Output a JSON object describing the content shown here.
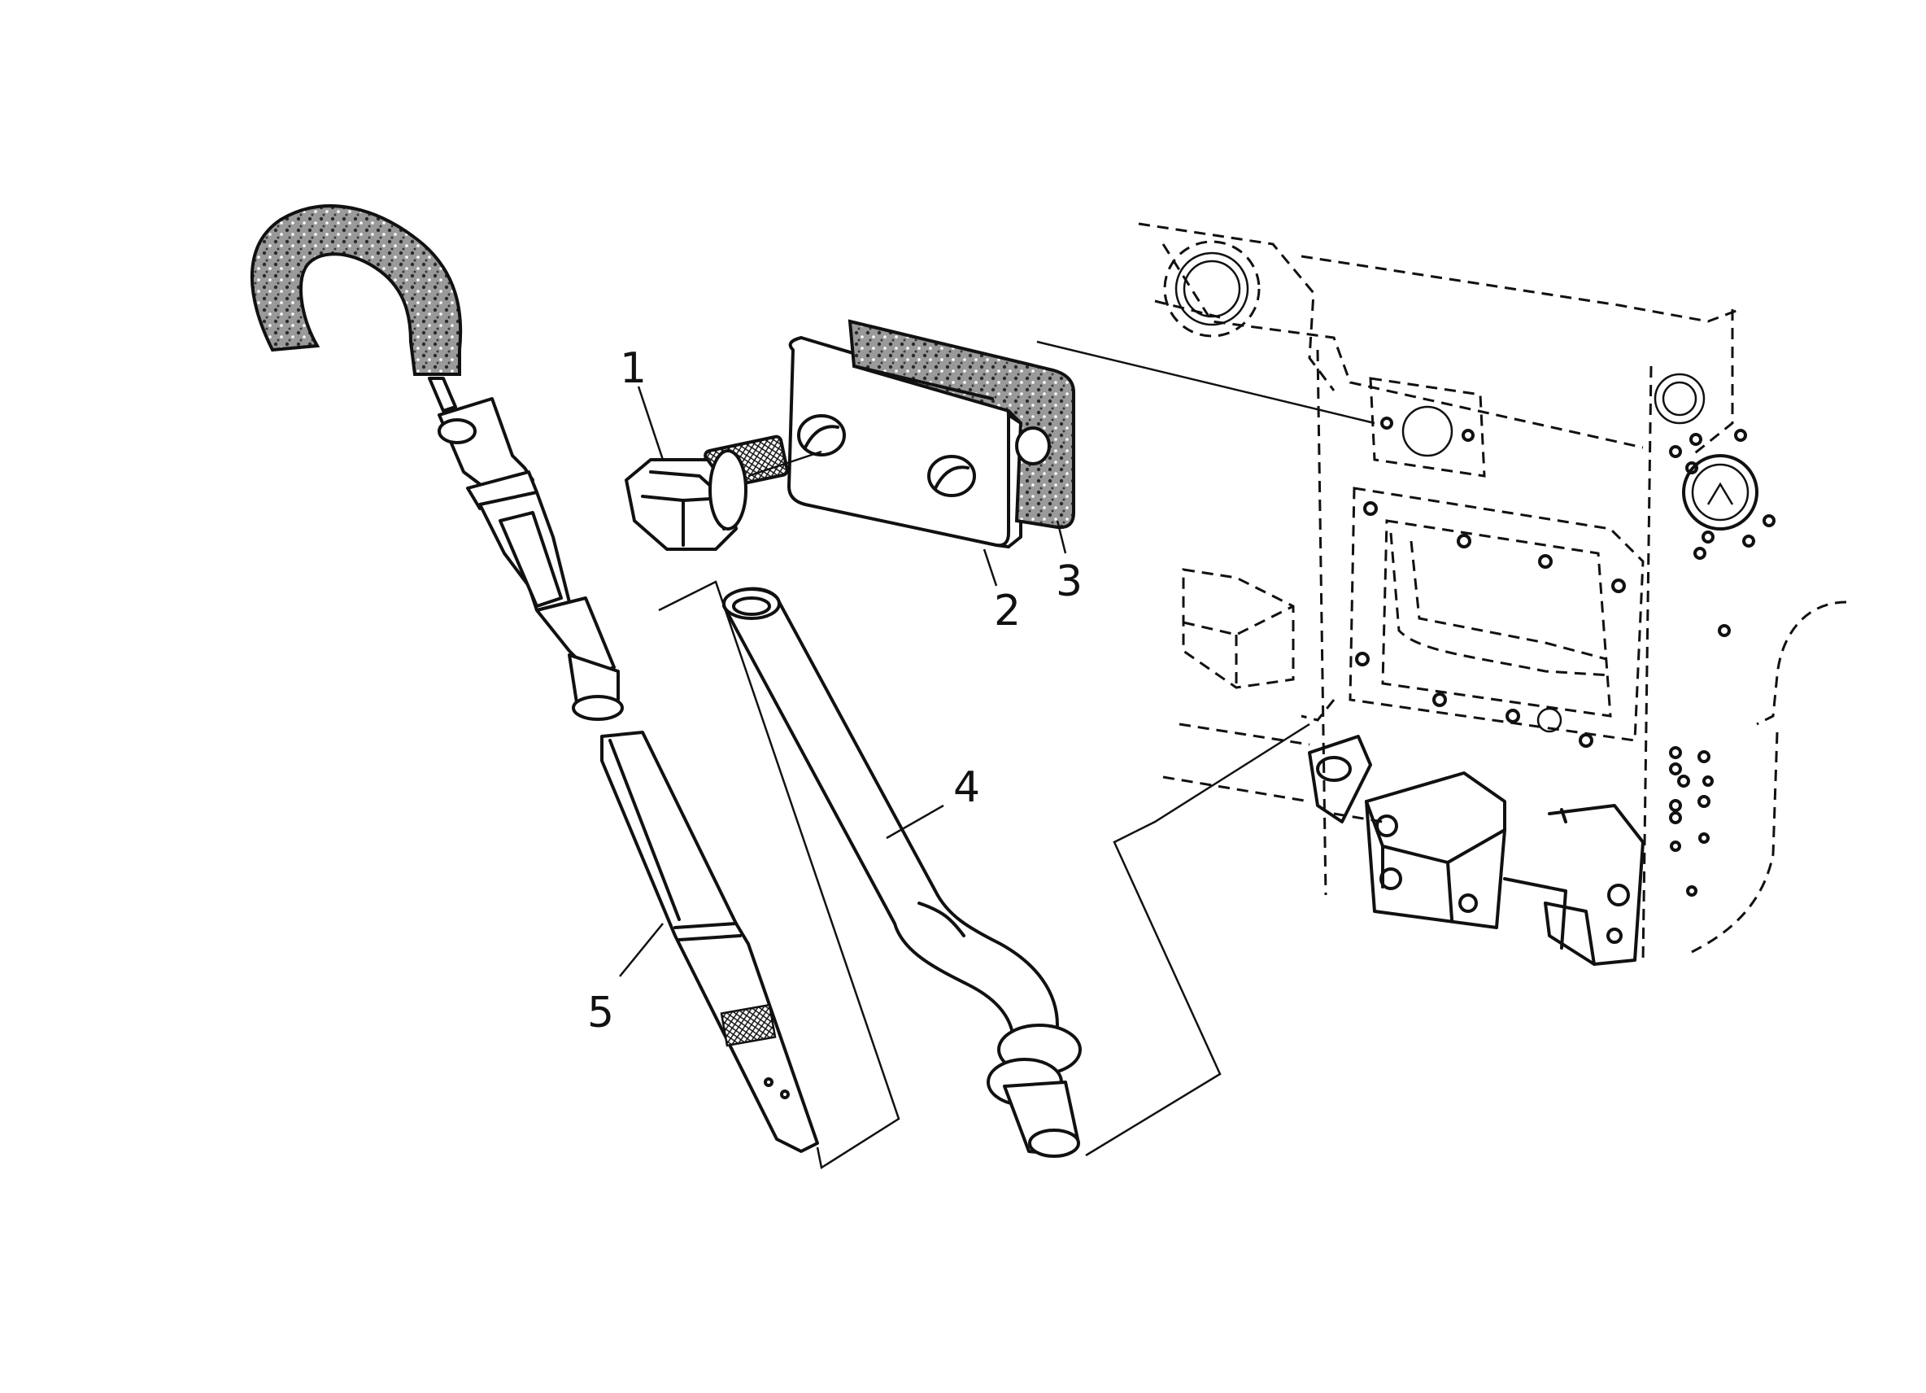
{
  "callouts": [
    {
      "id": "1",
      "label": "1"
    },
    {
      "id": "2",
      "label": "2"
    },
    {
      "id": "3",
      "label": "3"
    },
    {
      "id": "4",
      "label": "4"
    },
    {
      "id": "5",
      "label": "5"
    }
  ],
  "colors": {
    "ink": "#111111",
    "paper": "#ffffff",
    "texture": "#555555"
  }
}
